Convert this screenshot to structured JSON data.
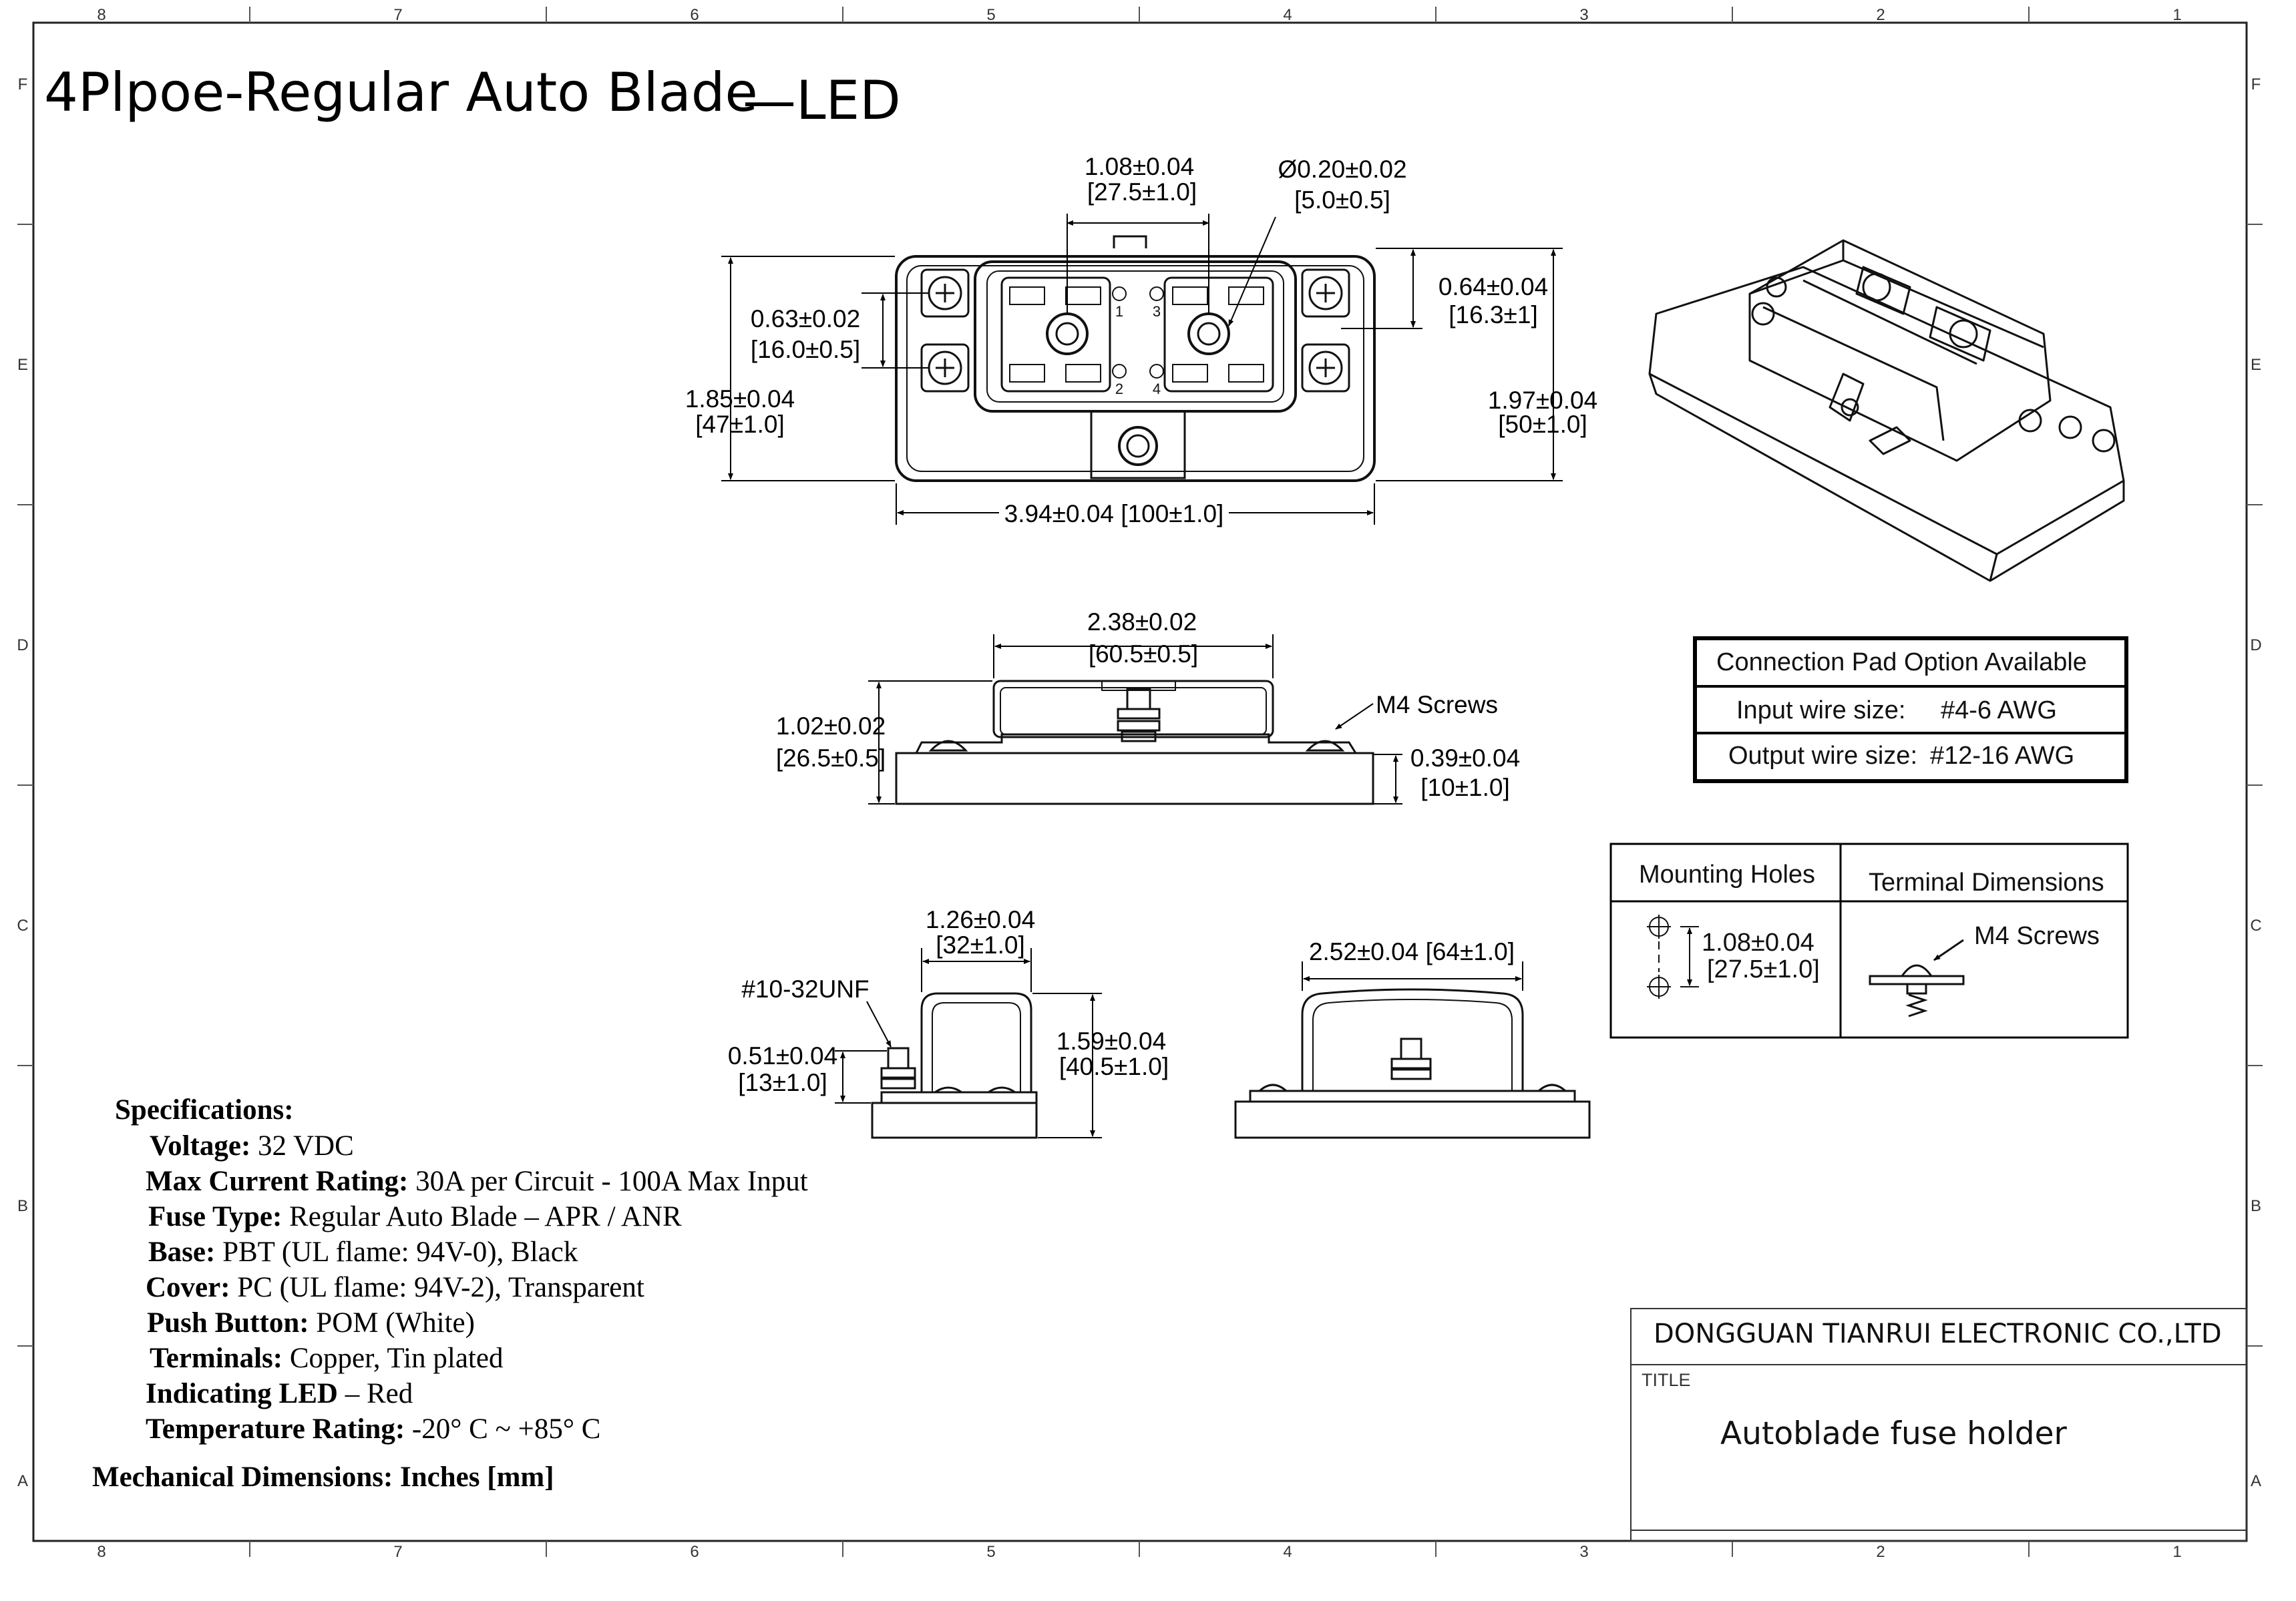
{
  "title": {
    "main": "4Plpoe-Regular Auto Blade",
    "suffix": "—LED"
  },
  "border": {
    "col_labels": [
      "8",
      "7",
      "6",
      "5",
      "4",
      "3",
      "2",
      "1"
    ],
    "row_labels": [
      "F",
      "E",
      "D",
      "C",
      "B",
      "A"
    ]
  },
  "top_view": {
    "dim_pitch_in": "1.08±0.04",
    "dim_pitch_mm": "[27.5±1.0]",
    "dim_hole_in": "Ø0.20±0.02",
    "dim_hole_mm": "[5.0±0.5]",
    "dim_left_in": "0.63±0.02",
    "dim_left_mm": "[16.0±0.5]",
    "dim_height_in": "1.85±0.04",
    "dim_height_mm": "[47±1.0]",
    "dim_right_in": "0.64±0.04",
    "dim_right_mm": "[16.3±1]",
    "dim_height2_in": "1.97±0.04",
    "dim_height2_mm": "[50±1.0]",
    "dim_width": "3.94±0.04 [100±1.0]",
    "slot_labels": [
      "1",
      "3",
      "2",
      "4"
    ]
  },
  "front_view": {
    "dim_cover_in": "2.38±0.02",
    "dim_cover_mm": "[60.5±0.5]",
    "dim_height_in": "1.02±0.02",
    "dim_height_mm": "[26.5±0.5]",
    "dim_base_in": "0.39±0.04",
    "dim_base_mm": "[10±1.0]",
    "screws_label": "M4 Screws"
  },
  "side_view": {
    "dim_cover_in": "1.26±0.04",
    "dim_cover_mm": "[32±1.0]",
    "thread_label": "#10-32UNF",
    "dim_stud_in": "0.51±0.04",
    "dim_stud_mm": "[13±1.0]",
    "dim_height_in": "1.59±0.04",
    "dim_height_mm": "[40.5±1.0]"
  },
  "rear_view": {
    "dim_cover": "2.52±0.04 [64±1.0]"
  },
  "connection_table": {
    "header": "Connection Pad Option Available",
    "input_label": "Input wire size:",
    "input_value": "#4-6 AWG",
    "output_label": "Output wire size:",
    "output_value": "#12-16 AWG"
  },
  "mounting_table": {
    "col1_header": "Mounting Holes",
    "col2_header": "Terminal Dimensions",
    "hole_pitch_in": "1.08±0.04",
    "hole_pitch_mm": "[27.5±1.0]",
    "terminal_label": "M4 Screws"
  },
  "specifications": {
    "heading": "Specifications:",
    "rows": [
      {
        "label": "Voltage:",
        "value": " 32 VDC"
      },
      {
        "label": "Max Current Rating:",
        "value": " 30A  per Circuit - 100A Max Input"
      },
      {
        "label": "Fuse Type:",
        "value": " Regular Auto Blade – APR / ANR"
      },
      {
        "label": "Base:",
        "value": " PBT (UL flame: 94V-0), Black"
      },
      {
        "label": "Cover:",
        "value": " PC (UL flame: 94V-2), Transparent"
      },
      {
        "label": "Push Button:",
        "value": " POM (White)"
      },
      {
        "label": "Terminals:",
        "value": " Copper, Tin plated"
      },
      {
        "label": "Indicating LED",
        "value": " – Red"
      },
      {
        "label": "Temperature Rating:",
        "value": " -20° C ~ +85° C"
      }
    ],
    "footer": "Mechanical Dimensions:  Inches [mm]"
  },
  "title_block": {
    "company": "DONGGUAN TIANRUI ELECTRONIC CO.,LTD",
    "title_label": "TITLE",
    "title_value": "Autoblade fuse holder"
  }
}
